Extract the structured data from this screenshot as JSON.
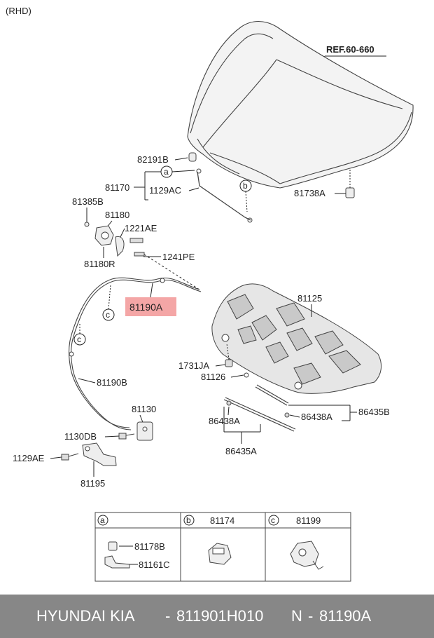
{
  "header": {
    "variant": "(RHD)",
    "ref": "REF.60-660"
  },
  "labels": {
    "p82191B": "82191B",
    "p81170": "81170",
    "p1129AC": "1129AC",
    "p81385B": "81385B",
    "p81180": "81180",
    "p1221AE": "1221AE",
    "p81180R": "81180R",
    "p1241PE": "1241PE",
    "p81190A": "81190A",
    "p81190B": "81190B",
    "p81130": "81130",
    "p1130DB": "1130DB",
    "p1129AE": "1129AE",
    "p81195": "81195",
    "p81738A": "81738A",
    "p81125": "81125",
    "p1731JA": "1731JA",
    "p81126": "81126",
    "p86438A_left": "86438A",
    "p86438A_right": "86438A",
    "p86435B": "86435B",
    "p86435A": "86435A"
  },
  "callouts": {
    "a": "a",
    "b": "b",
    "c": "c"
  },
  "legend": {
    "a_label": "a",
    "b_label": "b",
    "c_label": "c",
    "b_part": "81174",
    "c_part": "81199",
    "a_part1": "81178B",
    "a_part2": "81161C"
  },
  "footer": {
    "brand": "HYUNDAI  KIA",
    "sep1": "-",
    "part_number": "811901H010",
    "n_label": "N",
    "sep2": "-",
    "ref_number": "81190A"
  },
  "colors": {
    "highlight": "#f4a6a6",
    "footer_bg": "#878787",
    "line": "#333333"
  }
}
